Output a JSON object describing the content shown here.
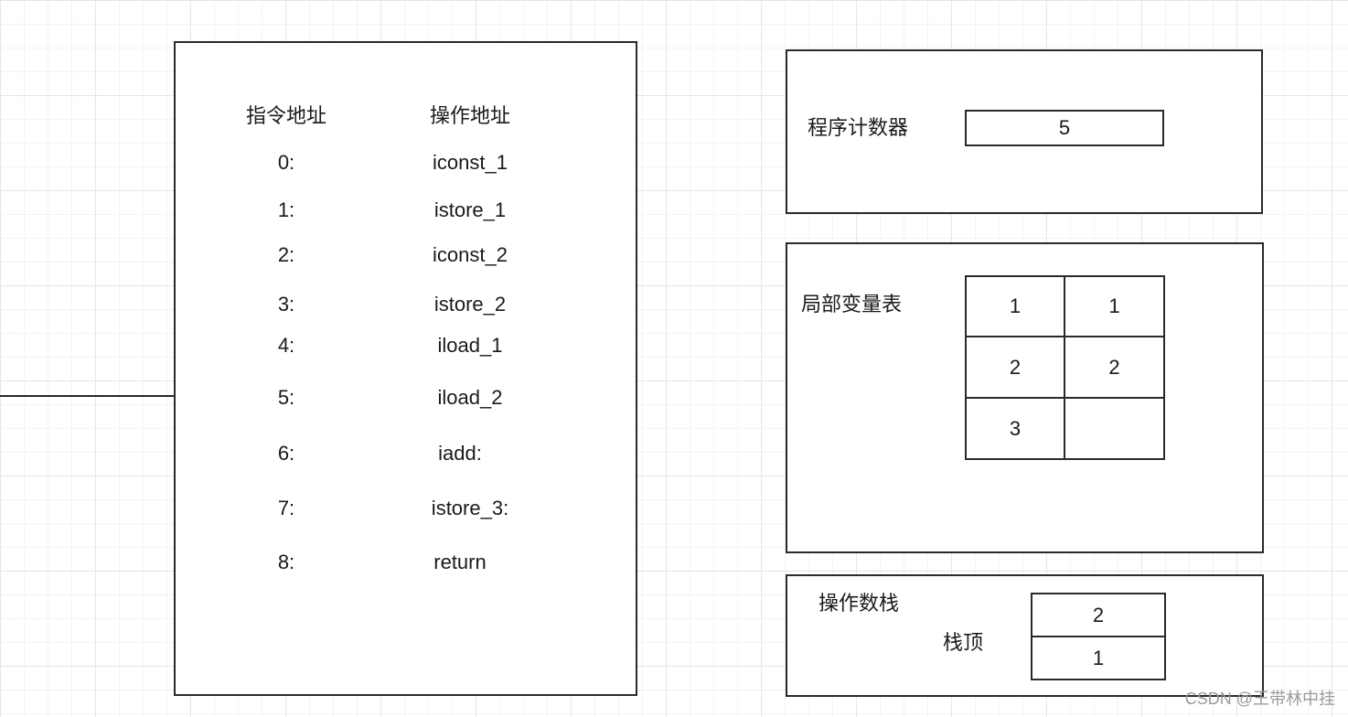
{
  "instructions_panel": {
    "header_address": "指令地址",
    "header_operation": "操作地址",
    "rows": [
      {
        "addr": "0:",
        "op": "iconst_1"
      },
      {
        "addr": "1:",
        "op": "istore_1"
      },
      {
        "addr": "2:",
        "op": "iconst_2"
      },
      {
        "addr": "3:",
        "op": "istore_2"
      },
      {
        "addr": "4:",
        "op": "iload_1"
      },
      {
        "addr": "5:",
        "op": "iload_2"
      },
      {
        "addr": "6:",
        "op": "iadd:"
      },
      {
        "addr": "7:",
        "op": "istore_3:"
      },
      {
        "addr": "8:",
        "op": "return"
      }
    ]
  },
  "program_counter": {
    "label": "程序计数器",
    "value": "5"
  },
  "local_variables": {
    "label": "局部变量表",
    "cells": [
      [
        "1",
        "1"
      ],
      [
        "2",
        "2"
      ],
      [
        "3",
        ""
      ]
    ]
  },
  "operand_stack": {
    "label": "操作数栈",
    "top_label": "栈顶",
    "values": [
      "2",
      "1"
    ]
  },
  "watermark": "CSDN @王带林中挂",
  "colors": {
    "stroke": "#2a2a2a",
    "grid": "#e6e6e6",
    "watermark": "#9a9a9a"
  }
}
